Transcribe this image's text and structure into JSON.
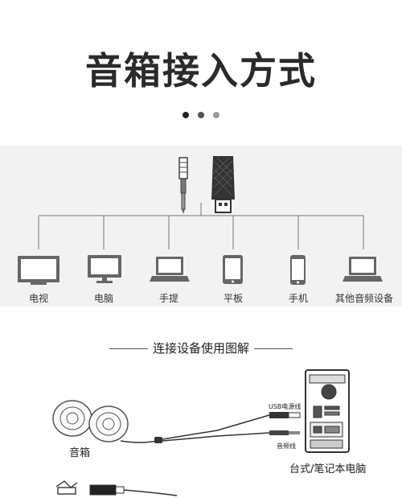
{
  "header": {
    "title": "音箱接入方式"
  },
  "pagination": {
    "dots": [
      "#222222",
      "#555555",
      "#999999"
    ]
  },
  "devices": [
    {
      "label": "电视",
      "icon": "tv-icon"
    },
    {
      "label": "电脑",
      "icon": "monitor-icon"
    },
    {
      "label": "手提",
      "icon": "laptop-icon"
    },
    {
      "label": "平板",
      "icon": "tablet-icon"
    },
    {
      "label": "手机",
      "icon": "phone-icon"
    },
    {
      "label": "其他音频设备",
      "icon": "laptop-icon"
    }
  ],
  "connection": {
    "title": "连接设备使用图解",
    "usb_label": "USB电源线",
    "audio_label": "音频线",
    "speaker_label": "音箱",
    "computer_label": "台式/笔记本电脑"
  }
}
